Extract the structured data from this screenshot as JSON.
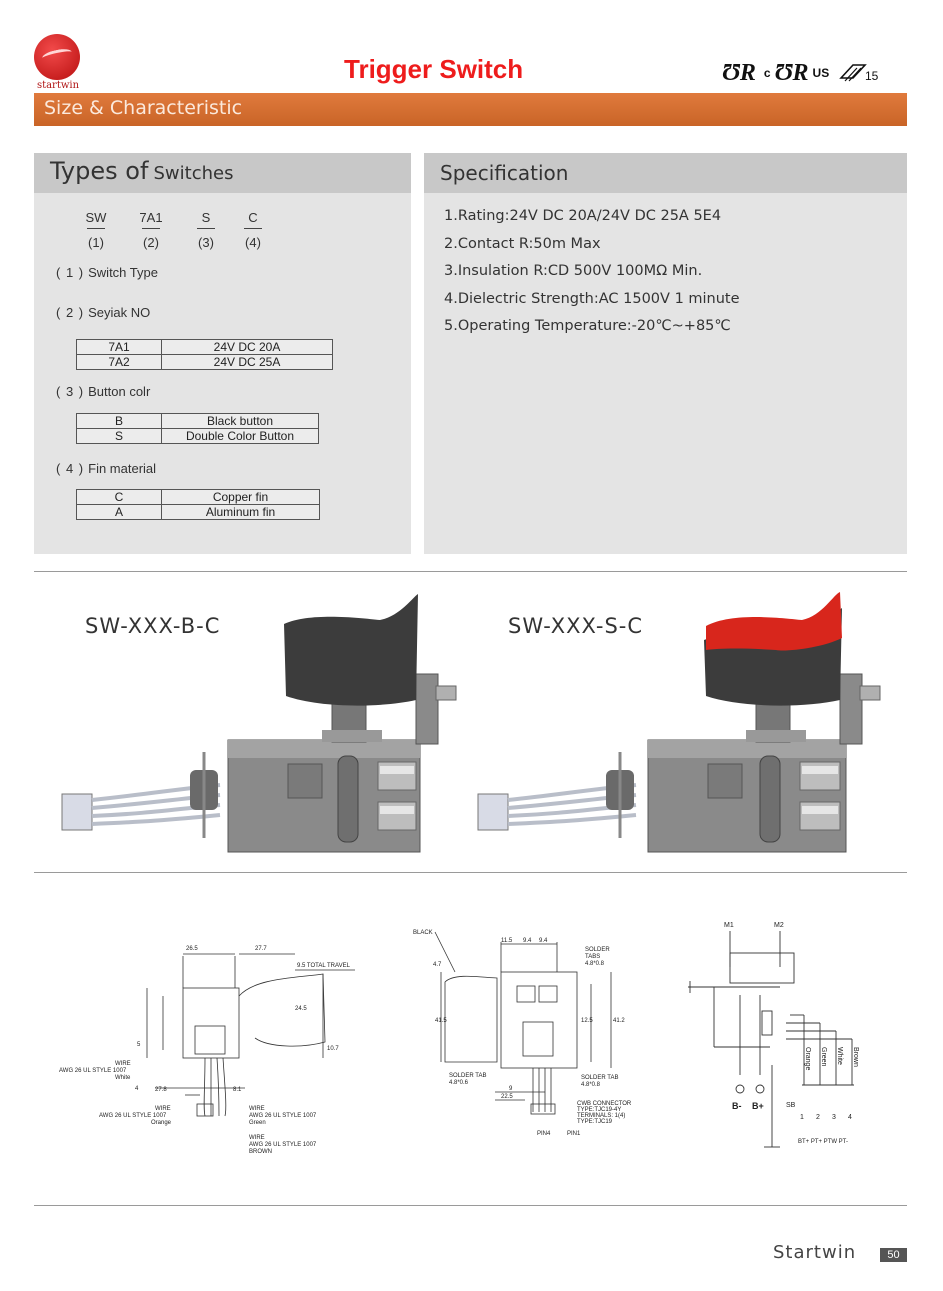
{
  "header": {
    "logo_text": "startwin",
    "title": "Trigger Switch",
    "certifications": {
      "ul1": "R",
      "ul2_prefix": "c",
      "ul2": "R",
      "ul2_suffix": "US",
      "ce_num": "15"
    },
    "section_title": "Size & Characteristic"
  },
  "types": {
    "heading_big": "Types of",
    "heading_small": "Switches",
    "codes": [
      {
        "code": "SW",
        "index": "(1)"
      },
      {
        "code": "7A1",
        "index": "(2)"
      },
      {
        "code": "S",
        "index": "(3)"
      },
      {
        "code": "C",
        "index": "(4)"
      }
    ],
    "groups": [
      {
        "num": "( 1 )",
        "label": "Switch Type",
        "rows": []
      },
      {
        "num": "( 2 )",
        "label": "Seyiak NO",
        "rows": [
          [
            "7A1",
            "24V DC 20A"
          ],
          [
            "7A2",
            "24V DC 25A"
          ]
        ]
      },
      {
        "num": "( 3 )",
        "label": "Button colr",
        "rows": [
          [
            "B",
            "Black button"
          ],
          [
            "S",
            "Double Color Button"
          ]
        ]
      },
      {
        "num": "( 4 )",
        "label": "Fin material",
        "rows": [
          [
            "C",
            "Copper fin"
          ],
          [
            "A",
            "Aluminum fin"
          ]
        ]
      }
    ]
  },
  "specification": {
    "heading": "Specification",
    "items": [
      "1.Rating:24V DC 20A/24V DC 25A 5E4",
      "2.Contact R:50m  Max",
      "3.Insulation R:CD 500V 100MΩ  Min.",
      "4.Dielectric Strength:AC 1500V 1 minute",
      "5.Operating Temperature:-20℃~+85℃"
    ]
  },
  "models": [
    {
      "label": "SW-XXX-B-C",
      "trigger_color": "#3c3c3c"
    },
    {
      "label": "SW-XXX-S-C",
      "trigger_color": "#d8261c"
    }
  ],
  "drawing1": {
    "dims": [
      "26.5",
      "27.7",
      "9.5 TOTAL TRAVEL",
      "24.5",
      "10.7",
      "27.8",
      "4",
      "5",
      "8.1"
    ],
    "wire_labels": [
      "WIRE",
      "AWG 26 UL STYLE 1007",
      "White",
      "WIRE",
      "AWG 26 UL STYLE 1007",
      "Orange",
      "WIRE",
      "AWG 26 UL STYLE 1007",
      "Green",
      "WIRE",
      "AWG 26 UL STYLE 1007",
      "BROWN"
    ]
  },
  "drawing2": {
    "labels": [
      "BLACK",
      "SOLDER",
      "TABS",
      "4.8*0.8",
      "SOLDER TAB",
      "4.8*0.6",
      "SOLDER TAB",
      "4.8*0.8",
      "PIN4",
      "PIN1"
    ],
    "dims": [
      "11.5",
      "9.4",
      "9.4",
      "41.5",
      "12.5",
      "41.2",
      "22.5",
      "9",
      "4.7"
    ],
    "connector": [
      "CWB CONNECTOR",
      "TYPE:TJC19-4Y",
      "TERMINALS: 1(4)",
      "TYPE:TJC19"
    ]
  },
  "circuit": {
    "labels": [
      "M1",
      "M2",
      "B-",
      "B+",
      "SB",
      "Orange",
      "Green",
      "White",
      "Brown"
    ],
    "pins": [
      "1",
      "2",
      "3",
      "4"
    ],
    "pin_notes": "BT+ PT+ PTW PT-"
  },
  "footer": {
    "brand": "Startwin",
    "page": "50"
  }
}
